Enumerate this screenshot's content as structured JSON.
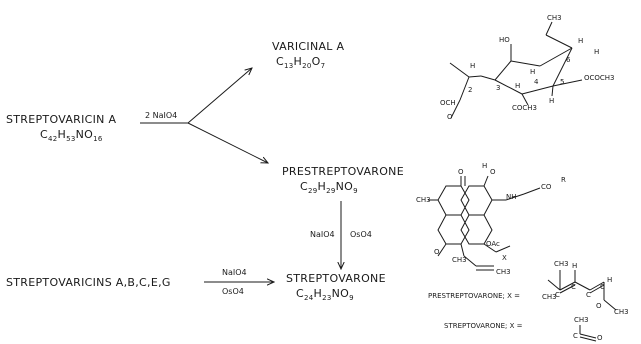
{
  "compounds": {
    "streptovaricin_a": {
      "name": "STREPTOVARICIN A",
      "formula": [
        "C",
        "42",
        "H",
        "53",
        "NO",
        "16"
      ]
    },
    "varicinal_a": {
      "name": "VARICINAL A",
      "formula": [
        "C",
        "13",
        "H",
        "20",
        "O",
        "7"
      ]
    },
    "prestreptovarone": {
      "name": "PRESTREPTOVARONE",
      "formula": [
        "C",
        "29",
        "H",
        "29",
        "NO",
        "9"
      ]
    },
    "streptovaricins_mix": {
      "name": "STREPTOVARICINS A,B,C,E,G"
    },
    "streptovarone": {
      "name": "STREPTOVARONE",
      "formula": [
        "C",
        "24",
        "H",
        "23",
        "NO",
        "9"
      ]
    }
  },
  "reagents": {
    "cleavage": "2 NaIO4",
    "down_left": "NaIO4",
    "down_right": "OsO4",
    "bottom_top": "NaIO4",
    "bottom_bottom": "OsO4"
  },
  "legend": {
    "prestreptovarone_x": "PRESTREPTOVARONE; X =",
    "streptovarone_x": "STREPTOVARONE; X ="
  },
  "varicinal_structure": {
    "labels": [
      "CH3",
      "HO",
      "H",
      "H",
      "OCOCH3",
      "H",
      "H",
      "OCH",
      "O",
      "COCH3",
      "H",
      "H"
    ],
    "locants": [
      "2",
      "3",
      "4",
      "5",
      "6"
    ]
  },
  "naphtho_structure": {
    "labels": [
      "CH3",
      "O",
      "H",
      "O",
      "NH",
      "CO",
      "R",
      "OAc",
      "X",
      "CH3",
      "CH3",
      "O"
    ]
  },
  "side_chain_pre": {
    "labels": [
      "CH3",
      "CH3",
      "H",
      "H",
      "C",
      "C",
      "C",
      "C",
      "O",
      "CH3"
    ]
  },
  "side_chain_strep": {
    "labels": [
      "CH3",
      "C",
      "O"
    ]
  }
}
